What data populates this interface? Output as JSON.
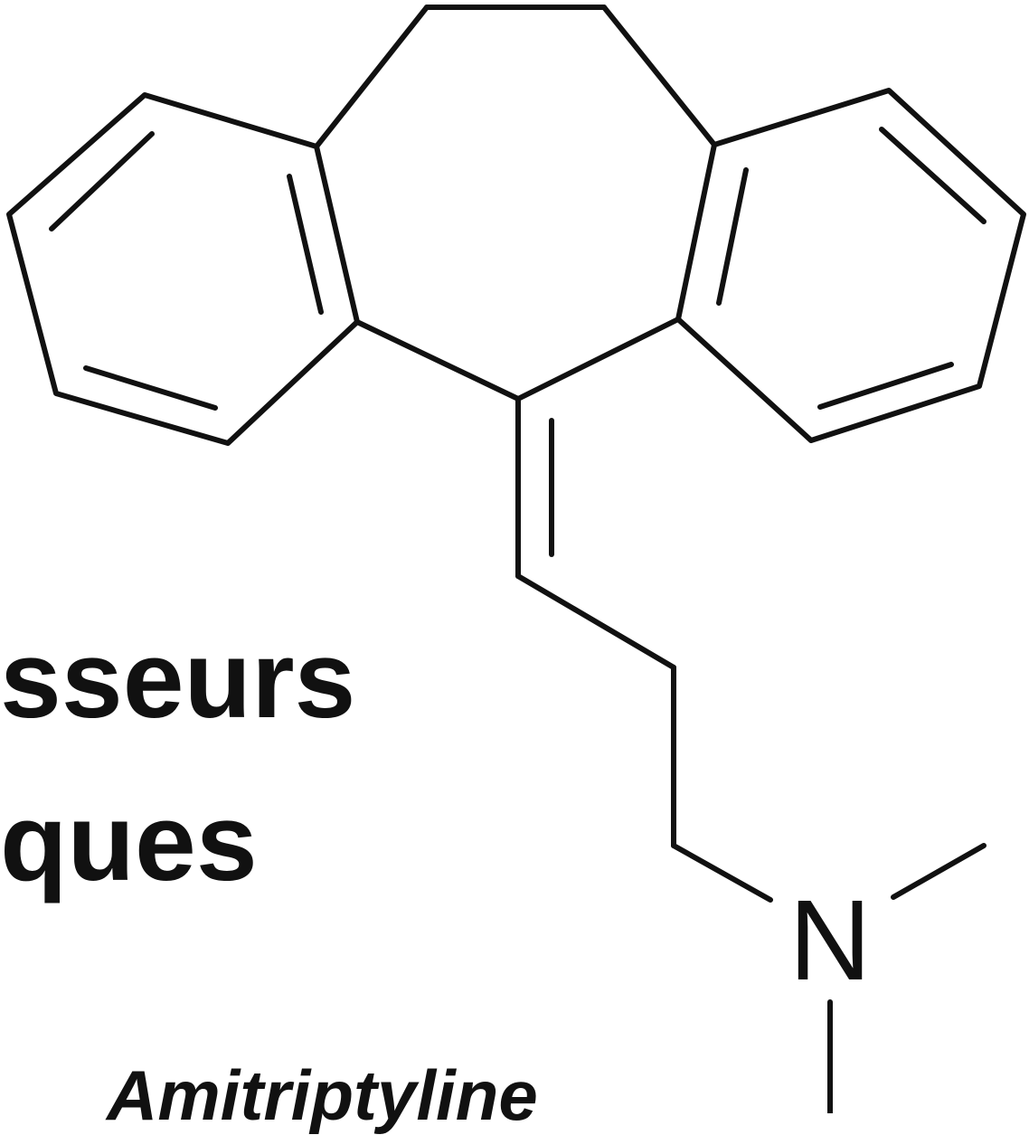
{
  "slide": {
    "title_lines": [
      "sseurs",
      "ques"
    ],
    "drug_name": "Amitriptyline"
  },
  "molecule": {
    "atom_labels": {
      "nitrogen": "N"
    },
    "colors": {
      "ink": "#111111",
      "background": "#ffffff"
    }
  }
}
